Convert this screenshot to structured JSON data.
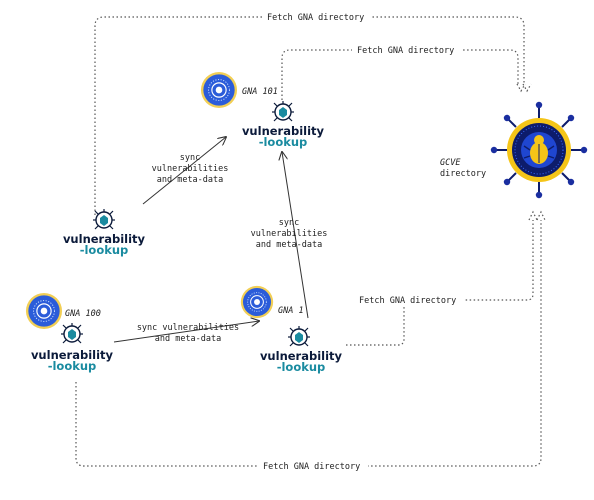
{
  "gcve": {
    "label_line1": "GCVE",
    "label_line2": "directory"
  },
  "fetch_label": "Fetch GNA directory",
  "sync": {
    "a": {
      "line1": "sync",
      "line2": "vulnerabilities",
      "line3": "and meta-data"
    },
    "b": {
      "line1": "sync",
      "line2": "vulnerabilities",
      "line3": "and meta-data"
    },
    "c": {
      "line1": "sync vulnerabilities",
      "line2": "and meta-data"
    }
  },
  "nodes": {
    "gna101": {
      "label": "GNA 101"
    },
    "gna100": {
      "label": "GNA 100"
    },
    "gna1": {
      "label": "GNA 1"
    },
    "vl_top": {
      "line1": "vulnerability",
      "line2": "-lookup"
    },
    "vl_left": {
      "line1": "vulnerability",
      "line2": "-lookup"
    },
    "vl_bottom_left": {
      "line1": "vulnerability",
      "line2": "-lookup"
    },
    "vl_mid": {
      "line1": "vulnerability",
      "line2": "-lookup"
    }
  },
  "colors": {
    "badge_blue": "#2b5cd9",
    "badge_ring": "#f2cf55",
    "gcve_yellow": "#f5c518",
    "gcve_navy": "#0d1c6b",
    "text_dark": "#0b1a3a",
    "text_teal": "#1a8ba0"
  }
}
